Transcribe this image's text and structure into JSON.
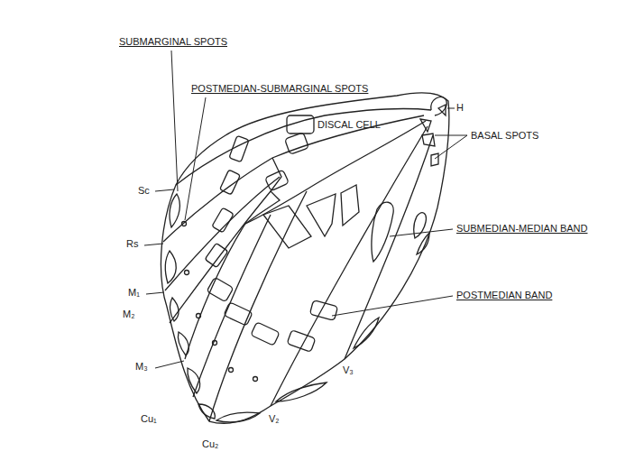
{
  "diagram": {
    "labels": [
      "SUBMARGINAL SPOTS",
      "POSTMEDIAN-SUBMARGINAL SPOTS",
      "Sc",
      "Rs",
      "M₁",
      "M₂",
      "M₃",
      "Cu₁",
      "Cu₂",
      "V₂",
      "V₃",
      "DISCAL CELL",
      "H",
      "BASAL SPOTS",
      "SUBMEDIAN-MEDIAN BAND",
      "POSTMEDIAN BAND"
    ]
  }
}
